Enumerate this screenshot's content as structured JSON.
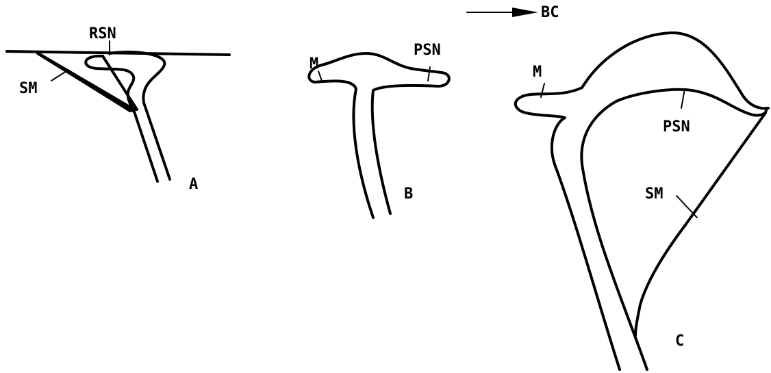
{
  "colors": {
    "ink": "#000000",
    "paper": "#ffffff"
  },
  "direction": {
    "label": "BC"
  },
  "panels": [
    {
      "id": "A",
      "panel_label": "A",
      "labels": {
        "notch": "RSN",
        "muscle": "SM"
      }
    },
    {
      "id": "B",
      "panel_label": "B",
      "labels": {
        "m": "M",
        "notch": "PSN"
      }
    },
    {
      "id": "C",
      "panel_label": "C",
      "labels": {
        "m": "M",
        "notch": "PSN",
        "muscle": "SM"
      }
    }
  ]
}
